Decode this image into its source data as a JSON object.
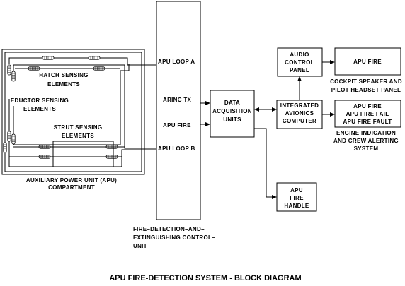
{
  "diagram": {
    "title": "APU FIRE-DETECTION SYSTEM - BLOCK DIAGRAM",
    "apu_compartment": {
      "line1": "AUXILIARY POWER UNIT (APU)",
      "line2": "COMPARTMENT"
    },
    "hatch": {
      "line1": "HATCH SENSING",
      "line2": "ELEMENTS"
    },
    "eductor": {
      "line1": "EDUCTOR SENSING",
      "line2": "ELEMENTS"
    },
    "strut": {
      "line1": "STRUT SENSING",
      "line2": "ELEMENTS"
    },
    "fdecu": {
      "loop_a": "APU LOOP A",
      "arinc_tx": "ARINC TX",
      "apu_fire": "APU FIRE",
      "loop_b": "APU LOOP B",
      "caption1": "FIRE–DETECTION–AND–",
      "caption2": "EXTINGUISHING CONTROL–",
      "caption3": "UNIT"
    },
    "dau": {
      "line1": "DATA",
      "line2": "ACQUISITION",
      "line3": "UNITS"
    },
    "iac": {
      "line1": "INTEGRATED",
      "line2": "AVIONICS",
      "line3": "COMPUTER"
    },
    "acp": {
      "line1": "AUDIO",
      "line2": "CONTROL",
      "line3": "PANEL"
    },
    "speaker_box": {
      "text": "APU FIRE"
    },
    "speaker_caption": {
      "line1": "COCKPIT SPEAKER AND",
      "line2": "PILOT HEADSET PANEL"
    },
    "eicas_box": {
      "line1": "APU FIRE",
      "line2": "APU FIRE FAIL",
      "line3": "APU FIRE FAULT"
    },
    "eicas_caption": {
      "line1": "ENGINE INDICATION",
      "line2": "AND CREW ALERTING",
      "line3": "SYSTEM"
    },
    "handle": {
      "line1": "APU",
      "line2": "FIRE",
      "line3": "HANDLE"
    }
  }
}
